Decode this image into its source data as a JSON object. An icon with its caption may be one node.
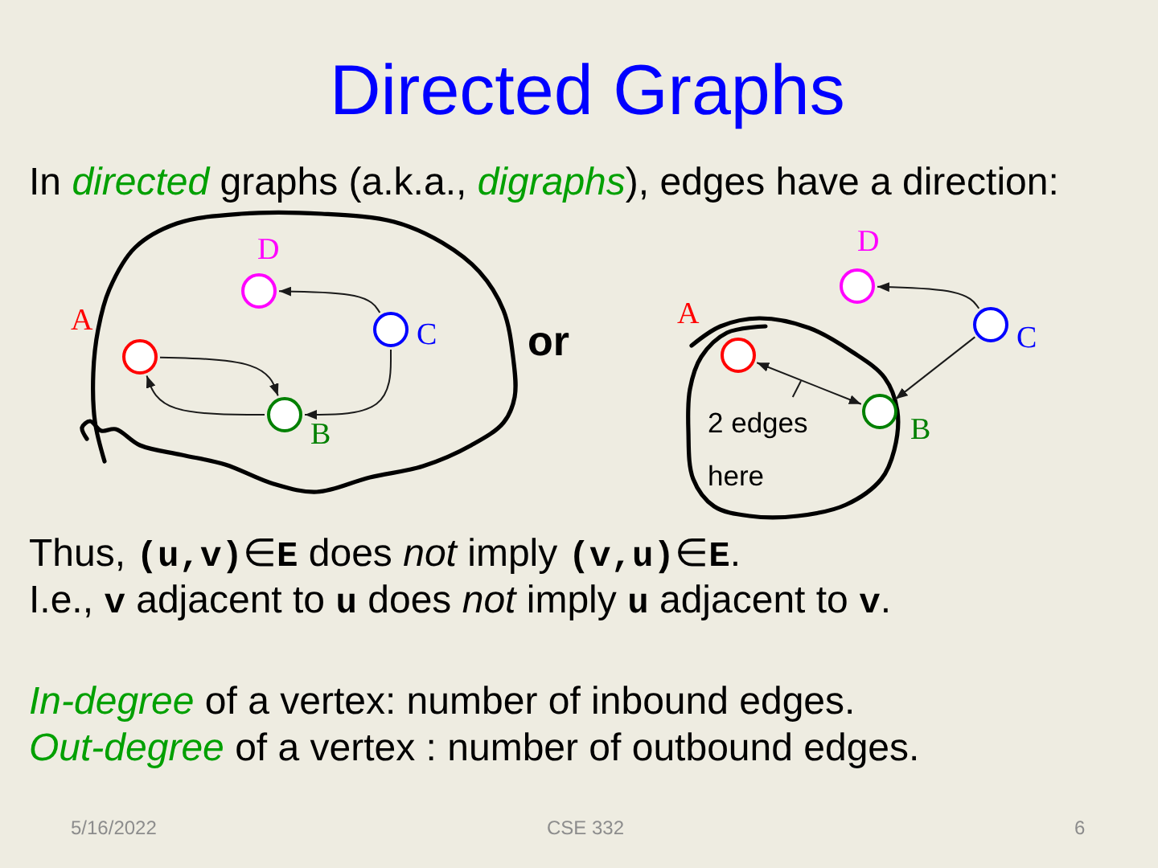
{
  "diagram": {
    "title": "Directed Graphs",
    "nodes": [
      {
        "text": [],
        "shape": "circle",
        "beside": [
          "A"
        ]
      },
      {
        "text": [],
        "shape": "circle",
        "beside": [
          "D"
        ]
      },
      {
        "text": [],
        "shape": "circle",
        "beside": [
          "B"
        ]
      },
      {
        "text": [],
        "shape": "circle",
        "beside": [
          "C"
        ]
      },
      {
        "text": [],
        "shape": "circle",
        "beside": [
          "A"
        ]
      },
      {
        "text": [],
        "shape": "circle",
        "beside": [
          "D"
        ]
      },
      {
        "text": [],
        "shape": "circle",
        "beside": [
          "B"
        ]
      },
      {
        "text": [],
        "shape": "circle",
        "beside": [
          "C"
        ]
      },
      {
        "text": [
          "2 edges here"
        ]
      }
    ],
    "edges": [
      {
        "from": 0,
        "to": 2,
        "arrow": "to"
      },
      {
        "from": 2,
        "to": 0,
        "arrow": "to"
      },
      {
        "from": 3,
        "to": 1,
        "arrow": "to"
      },
      {
        "from": 3,
        "to": 2,
        "arrow": "to"
      },
      {
        "from": 4,
        "to": 6,
        "arrow": "both"
      },
      {
        "from": 7,
        "to": 5,
        "arrow": "to"
      },
      {
        "from": 7,
        "to": 6,
        "arrow": "to"
      },
      {
        "from": 8,
        "to": null,
        "arrow": "none"
      }
    ],
    "labels": [
      "In *directed* graphs (a.k.a., *digraphs*), edges have a direction:",
      "or",
      "Thus, **(u,v)**∈**E** does *not* imply **(v,u)**∈**E**.",
      "I.e., **v** adjacent to **u** does *not* imply **u** adjacent to **v**.",
      "*In-degree* of a vertex: number of inbound edges.",
      "*Out-degree* of a vertex : number of outbound edges.",
      "5/16/2022",
      "CSE 332",
      "6"
    ]
  }
}
